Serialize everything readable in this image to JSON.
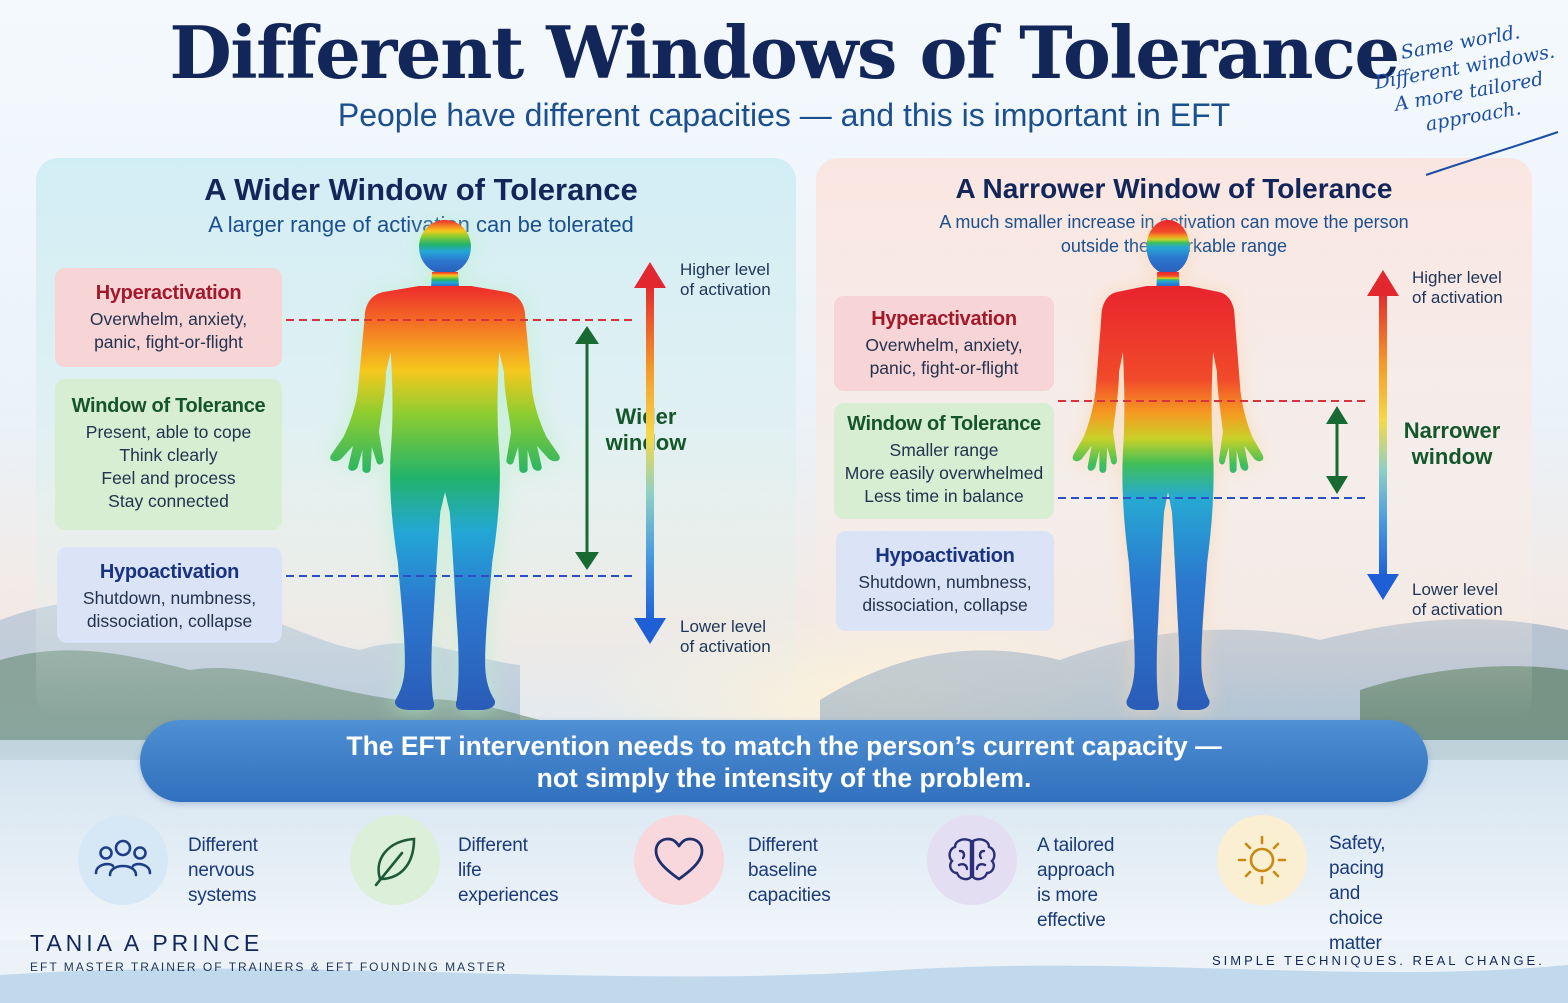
{
  "title": "Different Windows of Tolerance",
  "subtitle": "People have different capacities — and this is important in EFT",
  "handwritten_note": [
    "Same world.",
    "Different windows.",
    "A more tailored",
    "approach."
  ],
  "left_panel": {
    "heading": "A Wider Window of Tolerance",
    "subheading": "A larger range of activation can be tolerated",
    "hyper": {
      "title": "Hyperactivation",
      "lines": [
        "Overwhelm, anxiety,",
        "panic, fight-or-flight"
      ]
    },
    "window": {
      "title": "Window of Tolerance",
      "lines": [
        "Present, able to cope",
        "Think clearly",
        "Feel and process",
        "Stay connected"
      ]
    },
    "hypo": {
      "title": "Hypoactivation",
      "lines": [
        "Shutdown, numbness,",
        "dissociation, collapse"
      ]
    },
    "window_label": [
      "Wider",
      "window"
    ],
    "higher_level": [
      "Higher level",
      "of activation"
    ],
    "lower_level": [
      "Lower level",
      "of activation"
    ]
  },
  "right_panel": {
    "heading": "A Narrower Window of Tolerance",
    "subheading": [
      "A much smaller increase in activation can move the person",
      "outside their workable range"
    ],
    "hyper": {
      "title": "Hyperactivation",
      "lines": [
        "Overwhelm, anxiety,",
        "panic, fight-or-flight"
      ]
    },
    "window": {
      "title": "Window of Tolerance",
      "lines": [
        "Smaller range",
        "More easily overwhelmed",
        "Less time in balance"
      ]
    },
    "hypo": {
      "title": "Hypoactivation",
      "lines": [
        "Shutdown, numbness,",
        "dissociation, collapse"
      ]
    },
    "window_label": [
      "Narrower",
      "window"
    ],
    "higher_level": [
      "Higher level",
      "of activation"
    ],
    "lower_level": [
      "Lower level",
      "of activation"
    ]
  },
  "banner": [
    "The EFT intervention needs to match the person’s current capacity —",
    "not simply the intensity of the problem."
  ],
  "features": [
    {
      "icon": "people-icon",
      "color": "#d6e8f6",
      "lines": [
        "Different",
        "nervous systems"
      ]
    },
    {
      "icon": "leaf-icon",
      "color": "#dcefd8",
      "lines": [
        "Different",
        "life experiences"
      ]
    },
    {
      "icon": "heart-icon",
      "color": "#f8d8dc",
      "lines": [
        "Different",
        "baseline capacities"
      ]
    },
    {
      "icon": "brain-icon",
      "color": "#e4def3",
      "lines": [
        "A tailored approach",
        "is more effective"
      ]
    },
    {
      "icon": "sun-icon",
      "color": "#faefd2",
      "lines": [
        "Safety, pacing",
        "and choice matter"
      ]
    }
  ],
  "brand": {
    "name": "TANIA A PRINCE",
    "tagline": "EFT MASTER TRAINER OF TRAINERS & EFT FOUNDING MASTER",
    "slogan": "SIMPLE TECHNIQUES. REAL CHANGE."
  },
  "colors": {
    "navy": "#13265a",
    "hyper_red": "#a4182b",
    "window_green": "#15552a",
    "hypo_blue": "#1a3380",
    "banner_blue": "#3a7cc6"
  }
}
